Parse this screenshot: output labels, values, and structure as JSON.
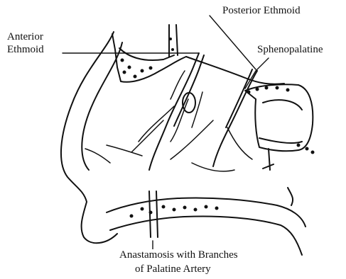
{
  "labels": {
    "posterior_ethmoid": "Posterior Ethmoid",
    "anterior_ethmoid_line1": "Anterior",
    "anterior_ethmoid_line2": "Ethmoid",
    "sphenopalatine": "Sphenopalatine",
    "anastomosis_line1": "Anastamosis with Branches",
    "anastomosis_line2": "of Palatine Artery"
  }
}
